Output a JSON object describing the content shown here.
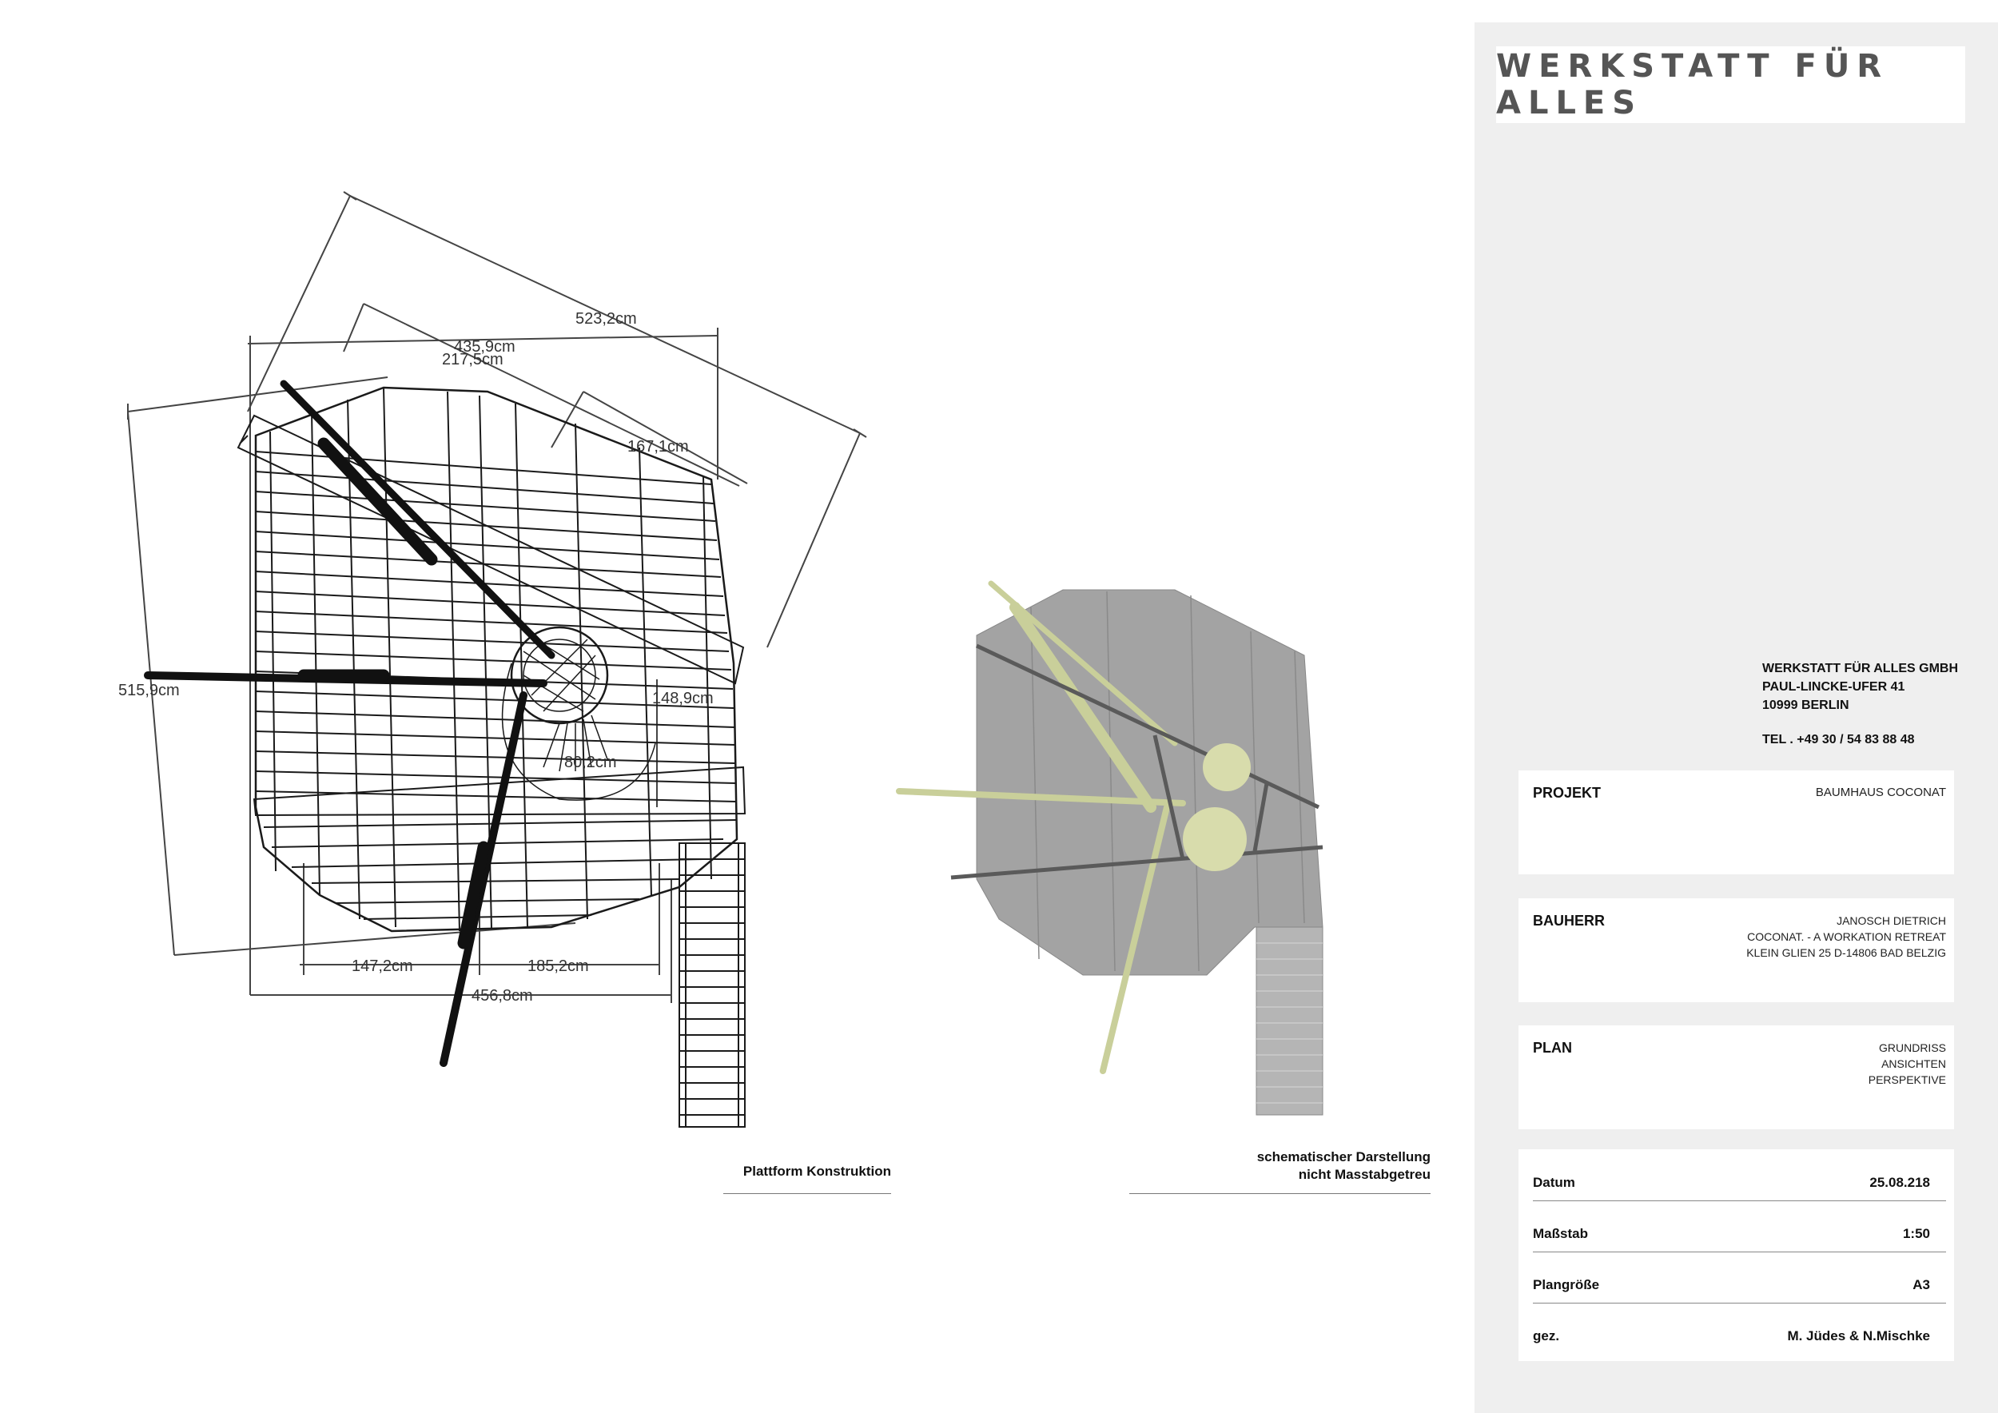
{
  "dimensions": {
    "d523": "523,2cm",
    "d435": "435,9cm",
    "d217": "217,5cm",
    "d167": "167,1cm",
    "d515": "515,9cm",
    "d148": "148,9cm",
    "d80": "80,2cm",
    "d147": "147,2cm",
    "d185": "185,2cm",
    "d456": "456,8cm"
  },
  "captions": {
    "left": "Plattform Konstruktion",
    "right_line1": "schematischer Darstellung",
    "right_line2": "nicht Masstabgetreu"
  },
  "colors": {
    "accent_green": "#c9cf9a",
    "fill_grey": "#a3a3a3"
  },
  "titleblock": {
    "brand": "WERKSTATT FÜR ALLES",
    "address": {
      "company": "WERKSTATT FÜR ALLES GMBH",
      "street": "PAUL-LINCKE-UFER 41",
      "city": "10999 BERLIN",
      "tel": "TEL . +49 30 / 54 83 88 48"
    },
    "projekt": {
      "label": "PROJEKT",
      "value": "BAUMHAUS COCONAT"
    },
    "bauherr": {
      "label": "BAUHERR",
      "line1": "JANOSCH DIETRICH",
      "line2": "COCONAT. - A WORKATION RETREAT",
      "line3": "KLEIN GLIEN 25   D-14806 BAD BELZIG"
    },
    "plan": {
      "label": "PLAN",
      "line1": "GRUNDRISS",
      "line2": "ANSICHTEN",
      "line3": "PERSPEKTIVE"
    },
    "meta": {
      "datum_label": "Datum",
      "datum_value": "25.08.218",
      "massstab_label": "Maßstab",
      "massstab_value": "1:50",
      "plangroesse_label": "Plangröße",
      "plangroesse_value": "A3",
      "gez_label": "gez.",
      "gez_value": "M. Jüdes & N.Mischke"
    }
  }
}
